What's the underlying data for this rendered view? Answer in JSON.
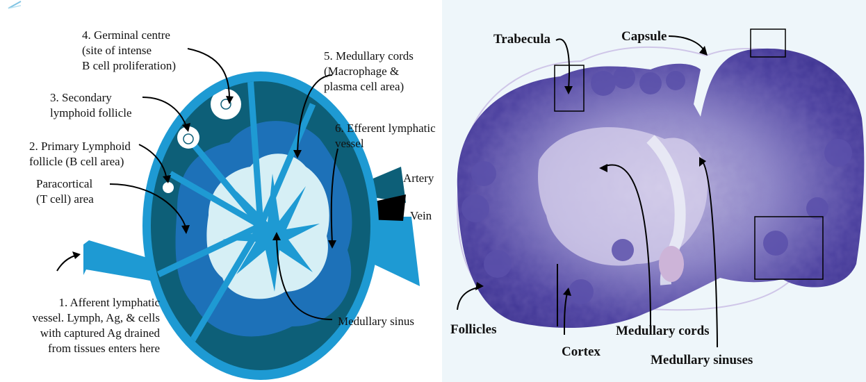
{
  "left_diagram": {
    "labels": {
      "germinal_centre": "4. Germinal centre\n(site of intense\nB cell proliferation)",
      "secondary_follicle": "3. Secondary\nlymphoid follicle",
      "primary_follicle": "2. Primary Lymphoid\nfollicle (B cell area)",
      "paracortical": "Paracortical\n(T cell) area",
      "medullary_cords": "5. Medullary cords\n(Macrophage &\nplasma cell area)",
      "efferent": "6. Efferent lymphatic\nvessel",
      "artery": "Artery",
      "vein": "Vein",
      "afferent": "1. Afferent lymphatic\nvessel. Lymph, Ag, & cells\nwith captured Ag drained\nfrom tissues enters here",
      "medullary_sinus": "Medullary sinus"
    },
    "colors": {
      "capsule": "#1e9ad3",
      "cortex": "#0d5f78",
      "paracortex": "#1d71b8",
      "medulla": "#d6eff5",
      "vessel": "#1e9ad3",
      "artery": "#0d5f78",
      "vein": "#000000"
    }
  },
  "right_micrograph": {
    "labels": {
      "trabecula": "Trabecula",
      "capsule": "Capsule",
      "follicles": "Follicles",
      "cortex": "Cortex",
      "medullary_cords": "Medullary cords",
      "medullary_sinuses": "Medullary sinuses"
    },
    "colors": {
      "tissue_dark": "#4a3f9e",
      "tissue_mid": "#7c74bf",
      "tissue_light": "#c9c3e4",
      "background": "#eef6fa"
    }
  }
}
